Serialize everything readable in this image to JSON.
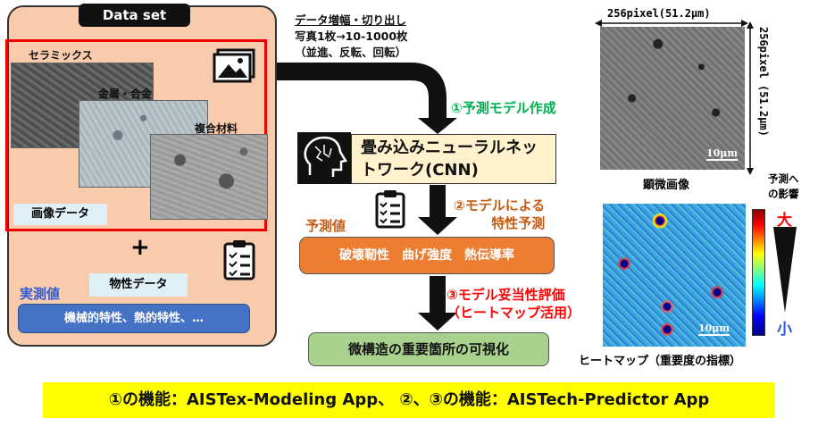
{
  "dataset": {
    "title": "Data set",
    "images": [
      "セラミックス",
      "金属・合金",
      "複合材料"
    ],
    "image_data_label": "画像データ",
    "plus": "+",
    "measured_label": "実測値",
    "property_label": "物性データ",
    "properties": "機械的特性、熱的特性、…"
  },
  "augmentation": {
    "title": "データ増幅・切り出し",
    "line1": "写真1枚→10-1000枚",
    "line2": "（並進、反転、回転）"
  },
  "step1": "①予測モデル作成",
  "cnn": {
    "line1": "畳み込みニューラルネッ",
    "line2": "トワーク(CNN)"
  },
  "step2": {
    "line1": "②モデルによる",
    "line2": "特性予測"
  },
  "predicted_label": "予測値",
  "predicted_values": "破壊靭性　曲げ強度　熱伝導率",
  "step3": {
    "line1": "③モデル妥当性評価",
    "line2": "（ヒートマップ活用）"
  },
  "result": "微構造の重要箇所の可視化",
  "micro": {
    "width_label": "256pixel(51.2μm)",
    "height_label": "256pixel (51.2μm)",
    "scale": "10μm",
    "caption": "顕微画像"
  },
  "heatmap": {
    "scale": "10μm",
    "caption": "ヒートマップ（重要度の指標）",
    "legend_title1": "予測へ",
    "legend_title2": "の影響",
    "high": "大",
    "low": "小"
  },
  "banner": "①の機能：AISTex-Modeling App、 ②、③の機能：AISTech-Predictor App",
  "colors": {
    "panel": "#f8cbad",
    "green": "#00b050",
    "orange": "#c55a11",
    "red": "#ff0000",
    "blue": "#2f5ad8"
  }
}
